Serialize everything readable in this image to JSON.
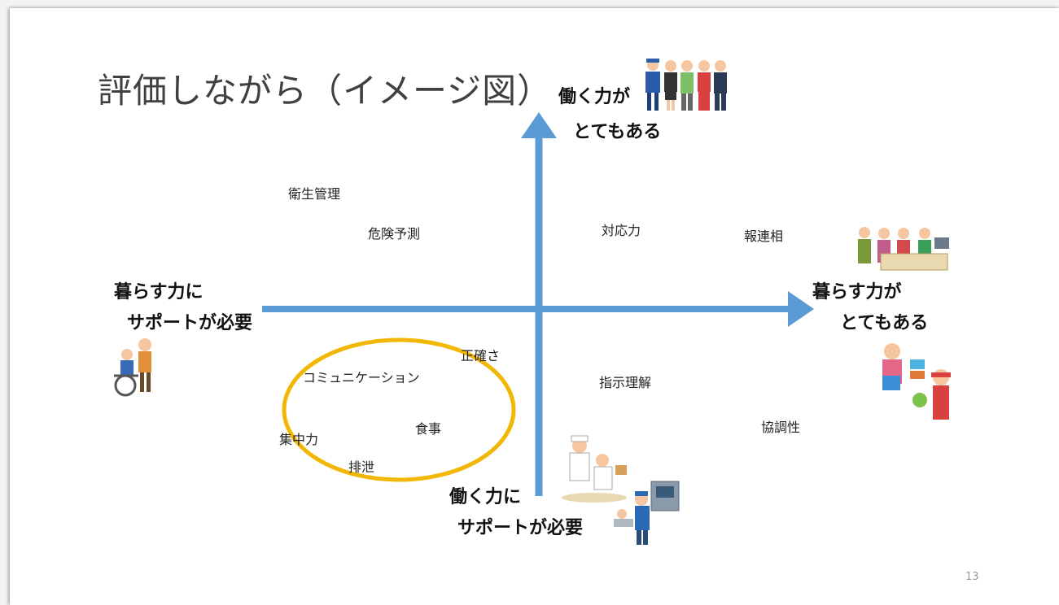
{
  "slide": {
    "title": "評価しながら（イメージ図）",
    "page_number": "13"
  },
  "axes": {
    "top": {
      "line1": "働く力が",
      "line2": "とてもある"
    },
    "bottom": {
      "line1": "働く力に",
      "line2": "サポートが必要"
    },
    "left": {
      "line1": "暮らす力に",
      "line2": "サポートが必要"
    },
    "right": {
      "line1": "暮らす力が",
      "line2": "とてもある"
    }
  },
  "skills": {
    "eisei": "衛生管理",
    "kiken": "危険予測",
    "taiou": "対応力",
    "hourensou": "報連相",
    "seikaku": "正確さ",
    "comm": "コミュニケーション",
    "shiji": "指示理解",
    "shokuji": "食事",
    "kyouchou": "協調性",
    "shuuchuu": "集中力",
    "haisetsu": "排泄"
  },
  "colors": {
    "axis": "#5b9bd5",
    "highlight_ellipse": "#f2b705"
  },
  "illustrations": [
    "workers-group-icon",
    "shop-staff-icon",
    "wheelchair-care-icon",
    "housework-icon",
    "kitchen-workers-icon",
    "factory-worker-icon"
  ]
}
